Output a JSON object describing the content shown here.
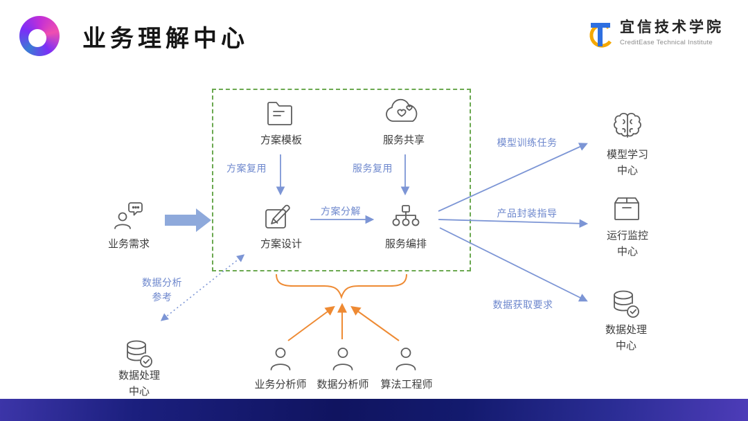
{
  "header": {
    "title": "业务理解中心",
    "brand_cn": "宜信技术学院",
    "brand_en": "CreditEase Technical Institute"
  },
  "nodes": {
    "plan_template": "方案模板",
    "service_share": "服务共享",
    "plan_design": "方案设计",
    "service_orchestration": "服务编排",
    "business_demand": "业务需求",
    "model_learning_center": "模型学习中心",
    "run_monitor_center": "运行监控中心",
    "data_process_center_right": "数据处理中心",
    "data_process_center_left": "数据处理中心",
    "business_analyst": "业务分析师",
    "data_analyst": "数据分析师",
    "algorithm_engineer": "算法工程师"
  },
  "edges": {
    "plan_reuse": "方案复用",
    "service_reuse": "服务复用",
    "plan_decompose": "方案分解",
    "model_training_task": "模型训练任务",
    "product_packaging_guide": "产品封装指导",
    "data_acquisition_req": "数据获取要求",
    "data_analysis_reference": "数据分析参考"
  },
  "colors": {
    "edge_blue": "#7c95d5",
    "label_blue": "#6d87cd",
    "box_green": "#6aa84f",
    "orange": "#ee8a33",
    "block_arrow_blue": "#8ea9db",
    "footer_navy": "#141a6e",
    "brand_blue": "#2e6fe0",
    "brand_yellow": "#f5a800"
  }
}
